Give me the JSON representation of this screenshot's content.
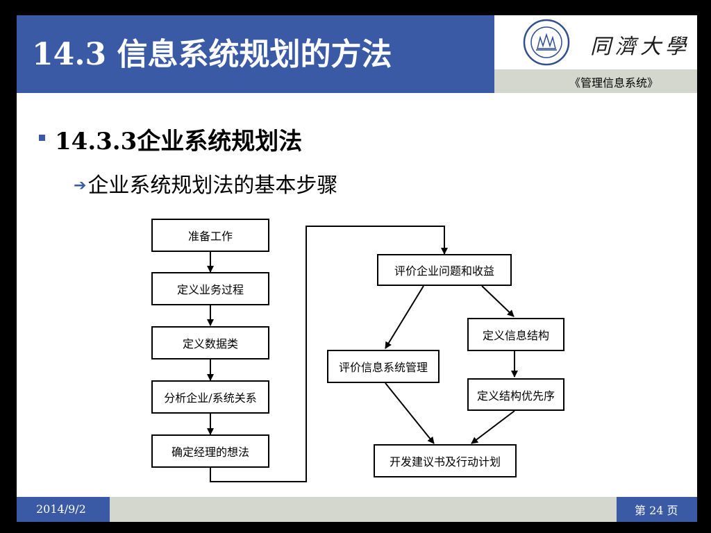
{
  "header": {
    "title": "14.3 信息系统规划的方法",
    "university": "同濟大學",
    "course": "《管理信息系统》"
  },
  "content": {
    "bullet": "14.3.3企业系统规划法",
    "sub_bullet": "企业系统规划法的基本步骤"
  },
  "diagram": {
    "steps_left": [
      "准备工作",
      "定义业务过程",
      "定义数据类",
      "分析企业/系统关系",
      "确定经理的想法"
    ],
    "evaluate_problems": "评价企业问题和收益",
    "define_info_structure": "定义信息结构",
    "evaluate_info_mgmt": "评价信息系统管理",
    "define_priority": "定义结构优先序",
    "develop_plan": "开发建议书及行动计划"
  },
  "footer": {
    "date": "2014/9/2",
    "page": "第 24 页"
  },
  "colors": {
    "accent_blue": "#3a5aa6",
    "strip_gray": "#d4d7cd"
  }
}
